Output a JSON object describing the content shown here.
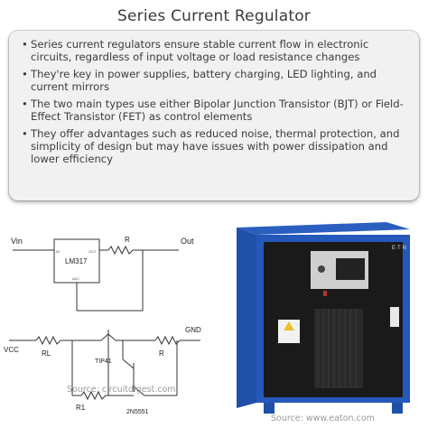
{
  "title": "Series Current Regulator",
  "bullets": [
    "Series current regulators ensure stable current flow in electronic circuits, regardless of input voltage or load resistance changes",
    "They're key in power supplies, battery charging, LED lighting, and current mirrors",
    "The two main types use either Bipolar Junction Transistor (BJT) or Field-Effect Transistor (FET) as control elements",
    "They offer advantages such as reduced noise, thermal protection, and simplicity of design but may have issues with power dissipation and lower efficiency"
  ],
  "circuit1": {
    "vin": "Vin",
    "ic": "LM317",
    "r": "R",
    "out": "Out",
    "pin_in": "IN",
    "pin_out": "OUT",
    "pin_adj": "ADJ"
  },
  "circuit2": {
    "vcc": "VCC",
    "gnd": "GND",
    "rl": "RL",
    "r": "R",
    "r1": "R1",
    "q1": "TIP41",
    "q2": "2N5551"
  },
  "source_left": "Source: circuitdigest.com",
  "source_right": "Source: www.eaton.com",
  "device_brand": "E·T·N"
}
